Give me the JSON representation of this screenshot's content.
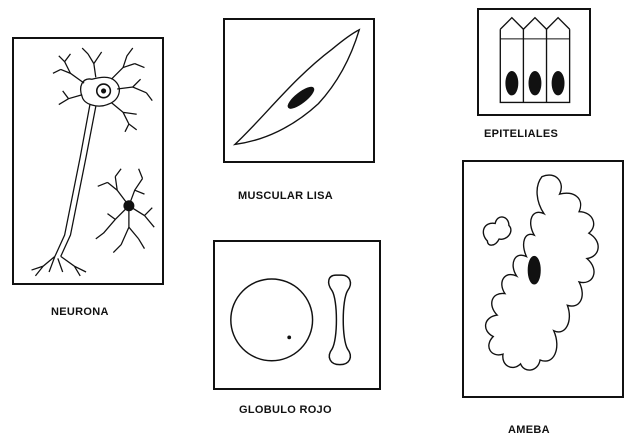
{
  "figure": {
    "cells": [
      {
        "id": "neurona",
        "label": "NEURONA"
      },
      {
        "id": "muscular",
        "label": "MUSCULAR LISA"
      },
      {
        "id": "epiteliales",
        "label": "EPITELIALES"
      },
      {
        "id": "globulo",
        "label": "GLOBULO ROJO"
      },
      {
        "id": "ameba",
        "label": "AMEBA"
      }
    ],
    "line_color": "#111111"
  }
}
